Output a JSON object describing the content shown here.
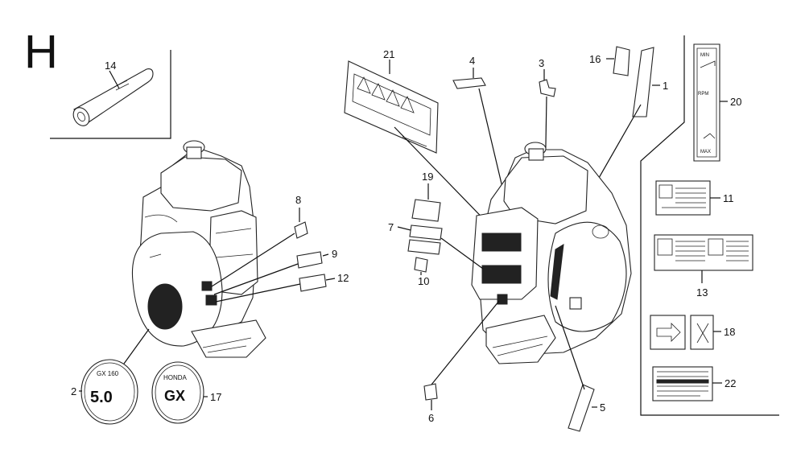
{
  "diagram": {
    "section_letter": "H",
    "callouts": {
      "c1": "1",
      "c2": "2",
      "c3": "3",
      "c4": "4",
      "c5": "5",
      "c6": "6",
      "c7": "7",
      "c8": "8",
      "c9": "9",
      "c10": "10",
      "c11": "11",
      "c12": "12",
      "c13": "13",
      "c14": "14",
      "c16": "16",
      "c17": "17",
      "c18": "18",
      "c19": "19",
      "c20": "20",
      "c21": "21",
      "c22": "22"
    },
    "emblem_2": {
      "top": "GX 160",
      "big": "5.0"
    },
    "emblem_17": {
      "brand": "HONDA",
      "model": "GX"
    },
    "speed_label": {
      "top": "MIN",
      "middle": "RPM",
      "bottom": "MAX"
    }
  }
}
